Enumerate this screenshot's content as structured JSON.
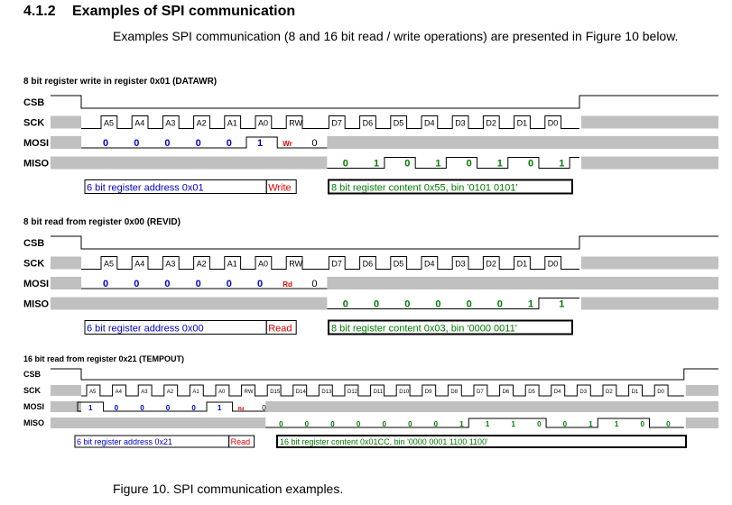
{
  "section": {
    "number": "4.1.2",
    "title": "Examples of SPI communication",
    "intro": "Examples SPI communication (8 and 16 bit read / write operations) are presented in Figure 10 below."
  },
  "caption": "Figure 10. SPI communication examples.",
  "colors": {
    "gray_fill": "#c0c0c0",
    "address_blue": "#0000cc",
    "content_green": "#007a00",
    "op_red": "#e00000"
  },
  "diagrams": [
    {
      "title": "8 bit register write in register 0x01 (DATAWR)",
      "signals": [
        "CSB",
        "SCK",
        "MOSI",
        "MISO"
      ],
      "address_bits": [
        "A5",
        "A4",
        "A3",
        "A2",
        "A1",
        "A0"
      ],
      "rw_label": "RW",
      "data_bits": [
        "D7",
        "D6",
        "D5",
        "D4",
        "D3",
        "D2",
        "D1",
        "D0"
      ],
      "mosi_values": [
        "0",
        "0",
        "0",
        "0",
        "0",
        "1"
      ],
      "op_label": "Wr",
      "rw_value": "0",
      "miso_values": [
        "0",
        "1",
        "0",
        "1",
        "0",
        "1",
        "0",
        "1"
      ],
      "address_box": "6 bit register address 0x01",
      "op_box": "Write",
      "content_box": "8 bit register content 0x55, bin '0101 0101'"
    },
    {
      "title": "8 bit read from register 0x00 (REVID)",
      "signals": [
        "CSB",
        "SCK",
        "MOSI",
        "MISO"
      ],
      "address_bits": [
        "A5",
        "A4",
        "A3",
        "A2",
        "A1",
        "A0"
      ],
      "rw_label": "RW",
      "data_bits": [
        "D7",
        "D6",
        "D5",
        "D4",
        "D3",
        "D2",
        "D1",
        "D0"
      ],
      "mosi_values": [
        "0",
        "0",
        "0",
        "0",
        "0",
        "0"
      ],
      "op_label": "Rd",
      "rw_value": "0",
      "miso_values": [
        "0",
        "0",
        "0",
        "0",
        "0",
        "0",
        "1",
        "1"
      ],
      "address_box": "6 bit register address 0x00",
      "op_box": "Read",
      "content_box": "8 bit register content 0x03, bin '0000 0011'"
    },
    {
      "title": "16 bit read from register 0x21 (TEMPOUT)",
      "signals": [
        "CSB",
        "SCK",
        "MOSI",
        "MISO"
      ],
      "address_bits": [
        "A5",
        "A4",
        "A3",
        "A2",
        "A1",
        "A0"
      ],
      "rw_label": "RW",
      "data_bits": [
        "D15",
        "D14",
        "D13",
        "D12",
        "D11",
        "D10",
        "D9",
        "D8",
        "D7",
        "D6",
        "D5",
        "D4",
        "D3",
        "D2",
        "D1",
        "D0"
      ],
      "mosi_values": [
        "1",
        "0",
        "0",
        "0",
        "0",
        "1"
      ],
      "op_label": "Rd",
      "rw_value": "0",
      "miso_values": [
        "0",
        "0",
        "0",
        "0",
        "0",
        "0",
        "0",
        "1",
        "1",
        "1",
        "0",
        "0",
        "1",
        "1",
        "0",
        "0"
      ],
      "address_box": "6 bit register address 0x21",
      "op_box": "Read",
      "content_box": "16 bit register content 0x01CC, bin '0000 0001 1100 1100'"
    }
  ]
}
